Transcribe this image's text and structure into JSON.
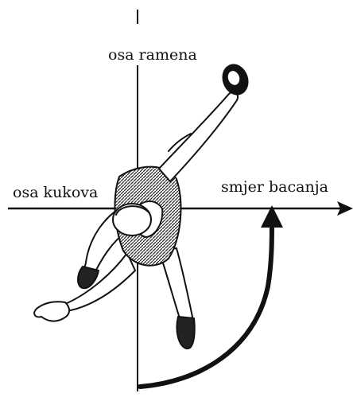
{
  "labels": {
    "shoulder_axis": "osa ramena",
    "hip_axis": "osa kukova",
    "throw_direction": "smjer bacanja"
  },
  "colors": {
    "ink": "#111111",
    "background": "#ffffff"
  },
  "figure": {
    "subject": "discus thrower, top view",
    "implement": "discus"
  }
}
